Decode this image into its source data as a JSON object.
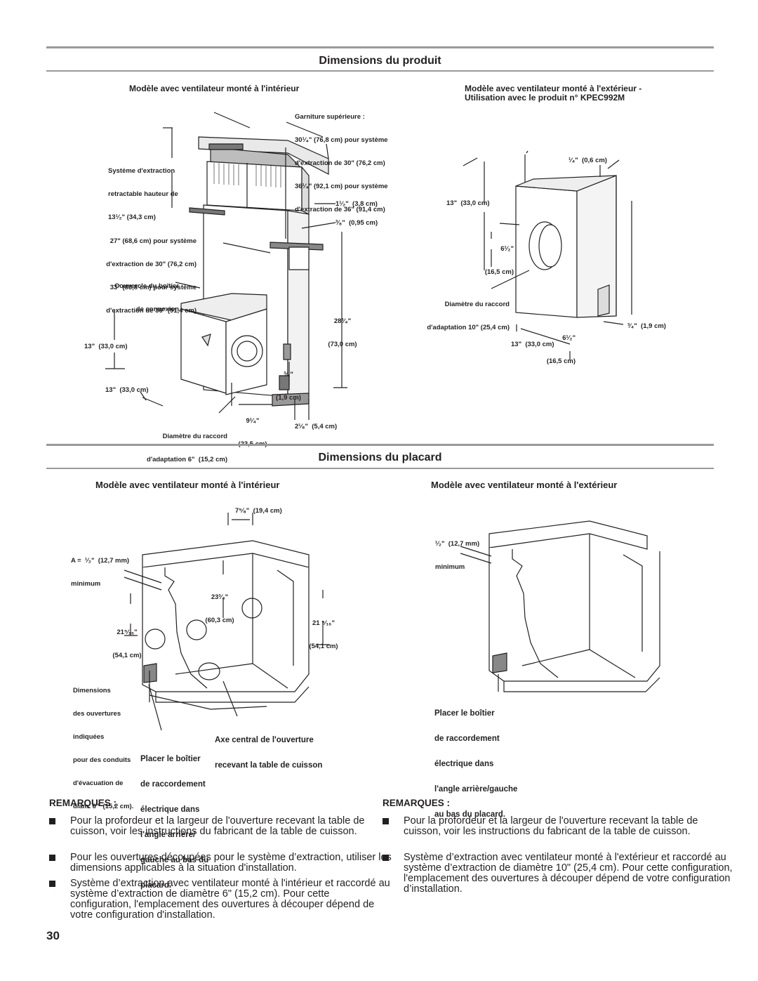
{
  "product": {
    "title": "Dimensions du produit",
    "left_heading": "Modèle avec ventilateur monté à l'intérieur",
    "right_heading_1": "Modèle avec ventilateur monté à  l'extérieur -",
    "right_heading_2": "Utilisation avec le produit n° KPEC992M",
    "labels": {
      "garniture_1": "Garniture supérieure :",
      "garniture_2": "30¹⁄₄\" (76,8 cm) pour système",
      "garniture_3": "d'extraction de 30\" (76,2 cm)",
      "garniture_4": "36¹⁄₄\" (92,1 cm) pour système",
      "garniture_5": "d'extraction de 36\" (91,4 cm)",
      "systeme_1": "Système d'extraction",
      "systeme_2": "retractable hauteur de",
      "systeme_3": "13¹⁄₂\" (34,3 cm)",
      "h27_1": "27\" (68,6 cm) pour système",
      "h27_2": "d'extraction de 30\" (76,2 cm)",
      "h27_3": "33\" (83,8 cm) pour système",
      "h27_4": "d'extraction de 36\" (91,4 cm)",
      "couvercle_1": "Couvercle du boîtier",
      "couvercle_2": "de connexion",
      "d1_5": "1¹⁄₂\"  (3,8 cm)",
      "d3_8": "³⁄₈\"  (0,95 cm)",
      "d28_1": "28³⁄₄\"",
      "d28_2": "(73,0 cm)",
      "d13_a": "13\"  (33,0 cm)",
      "d34_1": "³⁄₄\"",
      "d34_2": "(1,9 cm)",
      "d13_b": "13\"  (33,0 cm)",
      "d9_1": "9¹⁄₄\"",
      "d9_2": "(23,5 cm)",
      "diam6_1": "Diamètre du raccord",
      "diam6_2": "d'adaptation 6\"  (15,2 cm)",
      "d2_18": "2¹⁄₈\"  (5,4 cm)",
      "r_14": "¹⁄₄\"  (0,6 cm)",
      "r_13a": "13\"  (33,0 cm)",
      "r_65a_1": "6¹⁄₂\"",
      "r_65a_2": "(16,5 cm)",
      "r_diam_1": "Diamètre du raccord",
      "r_diam_2": "d'adaptation 10\" (25,4 cm)",
      "r_65b_1": "6¹⁄₂\"",
      "r_65b_2": "(16,5 cm)",
      "r_34": "³⁄₄\"  (1,9 cm)",
      "r_13b": "13\"  (33,0 cm)"
    }
  },
  "cabinet": {
    "title": "Dimensions du placard",
    "left_heading": "Modèle avec ventilateur monté à l'intérieur",
    "right_heading": "Modèle avec ventilateur monté à l'extérieur",
    "labels": {
      "w7_58": "7⁵⁄₈\"  (19,4 cm)",
      "a_1": "A =  ¹⁄₂\"  (12,7 mm)",
      "a_2": "minimum",
      "d23_1": "23³⁄₄\"",
      "d23_2": "(60,3 cm)",
      "d21l_1": "21⁵⁄₁₆\"",
      "d21l_2": "(54,1 cm)",
      "d21r_1": "21 ⁵⁄₁₆\"",
      "d21r_2": "(54,1 cm)",
      "dims_1": "Dimensions",
      "dims_2": "des ouvertures",
      "dims_3": "indiquées",
      "dims_4": "pour des conduits",
      "dims_5": "d'évacuation de",
      "dims_6": "diam. 6\"  (15,2 cm).",
      "axe_1": "Axe central de l'ouverture",
      "axe_2": "recevant la table de cuisson",
      "placer_l_1": "Placer le boîtier",
      "placer_l_2": "de raccordement",
      "placer_l_3": "électrique dans",
      "placer_l_4": "l'angle arrière/",
      "placer_l_5": "gauche au bas du",
      "placer_l_6": "placard.",
      "r_min_1": "¹⁄₂\"  (12,7 mm)",
      "r_min_2": "minimum",
      "placer_r_1": "Placer le boîtier",
      "placer_r_2": "de raccordement",
      "placer_r_3": "électrique dans",
      "placer_r_4": "l'angle arrière/gauche",
      "placer_r_5": "au bas du placard."
    }
  },
  "remarks_left": {
    "heading": "REMARQUES :",
    "items": [
      "Pour la profordeur et la largeur de l'ouverture recevant la table de cuisson, voir les instructions du fabricant de la table de cuisson.",
      "Pour les ouvertures découpées pour le système d’extraction, utiliser les dimensions applicables à la situation d'installation.",
      "Système d’extraction avec ventilateur monté à l'intérieur et raccordé au système d’extraction de diamètre 6\" (15,2 cm). Pour cette configuration, l'emplacement des ouvertures à découper dépend de votre configuration d'installation."
    ]
  },
  "remarks_right": {
    "heading": "REMARQUES :",
    "items": [
      "Pour la profordeur et la largeur de l'ouverture recevant la table de cuisson, voir les instructions du fabricant de la table de cuisson.",
      "Système d’extraction avec ventilateur monté à l'extérieur et raccordé au système d’extraction de diamètre 10\" (25,4 cm). Pour cette configuration, l'emplacement des ouvertures à découper dépend de votre configuration d’installation."
    ]
  },
  "page_number": "30"
}
